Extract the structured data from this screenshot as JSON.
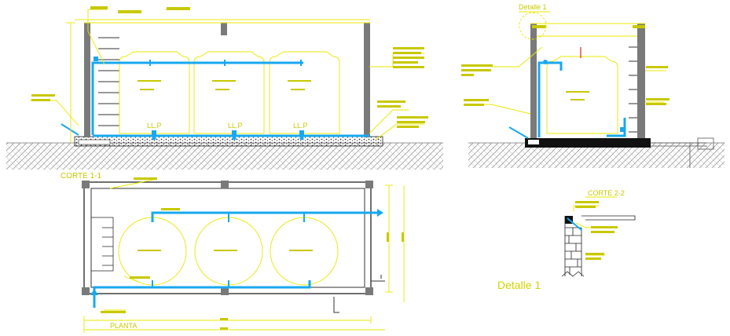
{
  "labels": {
    "corte1": "CORTE 1-1",
    "corte2": "CORTE 2-2",
    "planta": "PLANTA",
    "detalle_title": "Detalle 1",
    "detalle_callout": "Detalle 1",
    "llp": "LL.P"
  },
  "colors": {
    "background": "#ffffff",
    "annotation": "#e8e800",
    "pipe": "#18a8f0",
    "structure": "#7a7a7a",
    "ground": "#888888"
  },
  "icons": [
    "section-arrow-icon",
    "valve-icon",
    "flow-arrow-icon",
    "ground-hatch-icon"
  ]
}
